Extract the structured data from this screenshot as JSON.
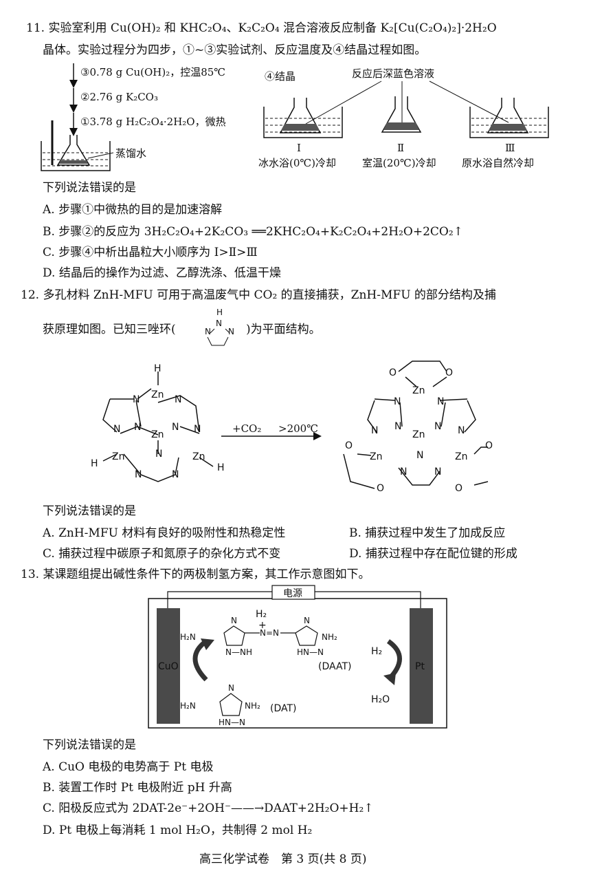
{
  "q11": {
    "stem_a": "11. 实验室利用 Cu(OH)₂ 和 KHC₂O₄、K₂C₂O₄ 混合溶液反应制备 K₂[Cu(C₂O₄)₂]·2H₂O",
    "stem_b": "晶体。实验过程分为四步，①~③实验试剂、反应温度及④结晶过程如图。",
    "step3": "③0.78 g Cu(OH)₂，控温85℃",
    "step2": "②2.76 g K₂CO₃",
    "step1": "①3.78 g H₂C₂O₄·2H₂O，微热",
    "water_label": "蒸馏水",
    "crystal_label": "④结晶",
    "solution_label": "反应后深蓝色溶液",
    "b1_num": "Ⅰ",
    "b1_text": "冰水浴(0℃)冷却",
    "b2_num": "Ⅱ",
    "b2_text": "室温(20℃)冷却",
    "b3_num": "Ⅲ",
    "b3_text": "原水浴自然冷却",
    "prompt": "下列说法错误的是",
    "optA": "A. 步骤①中微热的目的是加速溶解",
    "optB": "B. 步骤②的反应为 3H₂C₂O₄+2K₂CO₃ ══2KHC₂O₄+K₂C₂O₄+2H₂O+2CO₂↑",
    "optC": "C. 步骤④中析出晶粒大小顺序为 Ⅰ>Ⅱ>Ⅲ",
    "optD": "D. 结晶后的操作为过滤、乙醇洗涤、低温干燥"
  },
  "q12": {
    "stem_a": "12. 多孔材料 ZnH-MFU 可用于高温废气中 CO₂ 的直接捕获，ZnH-MFU 的部分结构及捕",
    "stem_b1": "获原理如图。已知三唑环(",
    "stem_b2": ")为平面结构。",
    "arrow_label_1": "+CO₂",
    "arrow_label_2": ">200℃",
    "prompt": "下列说法错误的是",
    "optA": "A. ZnH-MFU 材料有良好的吸附性和热稳定性",
    "optB": "B. 捕获过程中发生了加成反应",
    "optC": "C. 捕获过程中碳原子和氮原子的杂化方式不变",
    "optD": "D. 捕获过程中存在配位键的形成"
  },
  "q13": {
    "stem": "13. 某课题组提出碱性条件下的两极制氢方案，其工作示意图如下。",
    "power_label": "电源",
    "left_electrode": "CuO",
    "right_electrode": "Pt",
    "h2_top": "H₂",
    "plus": "+",
    "daat_label": "(DAAT)",
    "dat_label": "(DAT)",
    "h2_right": "H₂",
    "h2o_right": "H₂O",
    "prompt": "下列说法错误的是",
    "optA": "A. CuO 电极的电势高于 Pt 电极",
    "optB": "B. 装置工作时 Pt 电极附近 pH 升高",
    "optC": "C. 阳极反应式为 2DAT-2e⁻+2OH⁻——→DAAT+2H₂O+H₂↑",
    "optD": "D. Pt 电极上每消耗 1 mol H₂O，共制得 2 mol H₂"
  },
  "footer": "高三化学试卷　第 3 页(共 8 页)"
}
